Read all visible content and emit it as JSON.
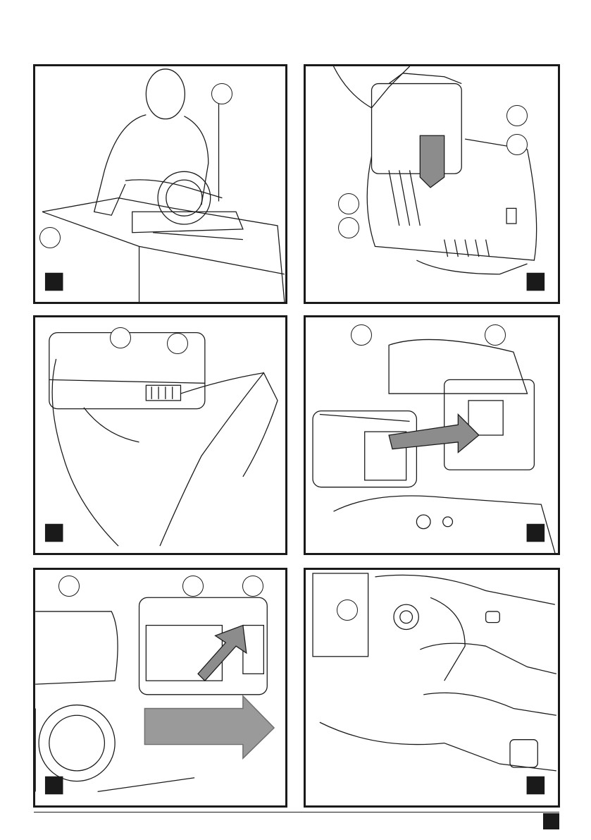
{
  "figures": [
    {
      "id": "fig-unpack-saw",
      "callouts": 2
    },
    {
      "id": "fig-charger-insert",
      "callouts": 4
    },
    {
      "id": "fig-fuel-gauge",
      "callouts": 2
    },
    {
      "id": "fig-battery-mount",
      "callouts": 2
    },
    {
      "id": "fig-battery-slide",
      "callouts": 3
    },
    {
      "id": "fig-lock-knob",
      "callouts": 1
    }
  ],
  "colors": {
    "ink": "#1a1a1a",
    "paper": "#ffffff",
    "arrow_fill": "#9a9a9a",
    "arrow_dark": "#6e6e6e"
  }
}
